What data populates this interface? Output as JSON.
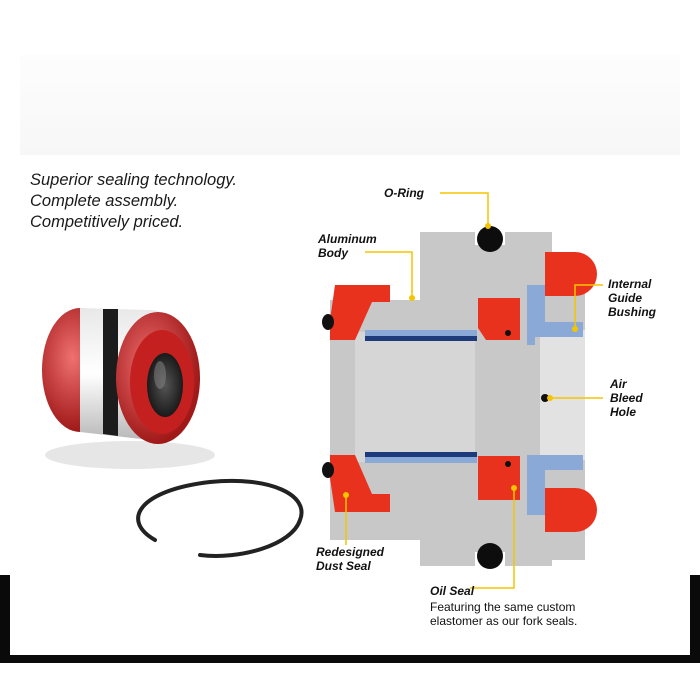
{
  "tagline": {
    "line1": "Superior sealing technology.",
    "line2": "Complete assembly.",
    "line3": "Competitively priced."
  },
  "labels": {
    "o_ring": "O-Ring",
    "aluminum_body_1": "Aluminum",
    "aluminum_body_2": "Body",
    "internal_guide_1": "Internal",
    "internal_guide_2": "Guide",
    "internal_guide_3": "Bushing",
    "air_bleed_1": "Air",
    "air_bleed_2": "Bleed",
    "air_bleed_3": "Hole",
    "dust_seal_1": "Redesigned",
    "dust_seal_2": "Dust Seal",
    "oil_seal": "Oil Seal",
    "oil_seal_note_1": "Featuring the same custom",
    "oil_seal_note_2": "elastomer as our fork seals."
  },
  "colors": {
    "seal_red": "#e8321e",
    "body_gray": "#c8c8c8",
    "bushing_blue": "#8aa9d6",
    "leader_yellow": "#f5c400"
  }
}
